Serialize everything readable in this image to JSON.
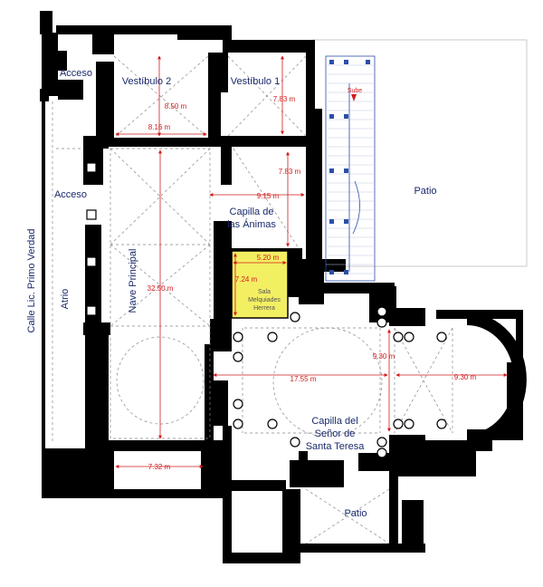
{
  "colors": {
    "wall": "#000000",
    "label": "#1a2a6c",
    "dimension": "#d21b1b",
    "highlight_room": "#f3ef63",
    "stair_blue": "#2b4fa8",
    "dashed": "#777777"
  },
  "labels": {
    "street": "Calle Lic. Primo Verdad",
    "acceso_top": "Acceso",
    "acceso_side": "Acceso",
    "vestibulo2": "Vestíbulo 2",
    "vestibulo1": "Vestíbulo 1",
    "atrio": "Atrio",
    "nave": "Nave Principal",
    "capilla_animas_1": "Capilla de",
    "capilla_animas_2": "las Ánimas",
    "patio_top": "Patio",
    "patio_bottom": "Patio",
    "sala_1": "Sala",
    "sala_2": "Melquiades",
    "sala_3": "Herrera",
    "capilla_senor_1": "Capilla del",
    "capilla_senor_2": "Señor de",
    "capilla_senor_3": "Santa Teresa",
    "sube": "Sube"
  },
  "dimensions": {
    "d_850": "8.50 m",
    "d_816": "8.16 m",
    "d_783_a": "7.83 m",
    "d_783_b": "7.83 m",
    "d_915": "9.15 m",
    "d_520": "5.20 m",
    "d_724": "7.24 m",
    "d_3250": "32.50 m",
    "d_1755": "17.55 m",
    "d_930_a": "9.30 m",
    "d_930_b": "9.30 m",
    "d_732": "7.32 m"
  }
}
